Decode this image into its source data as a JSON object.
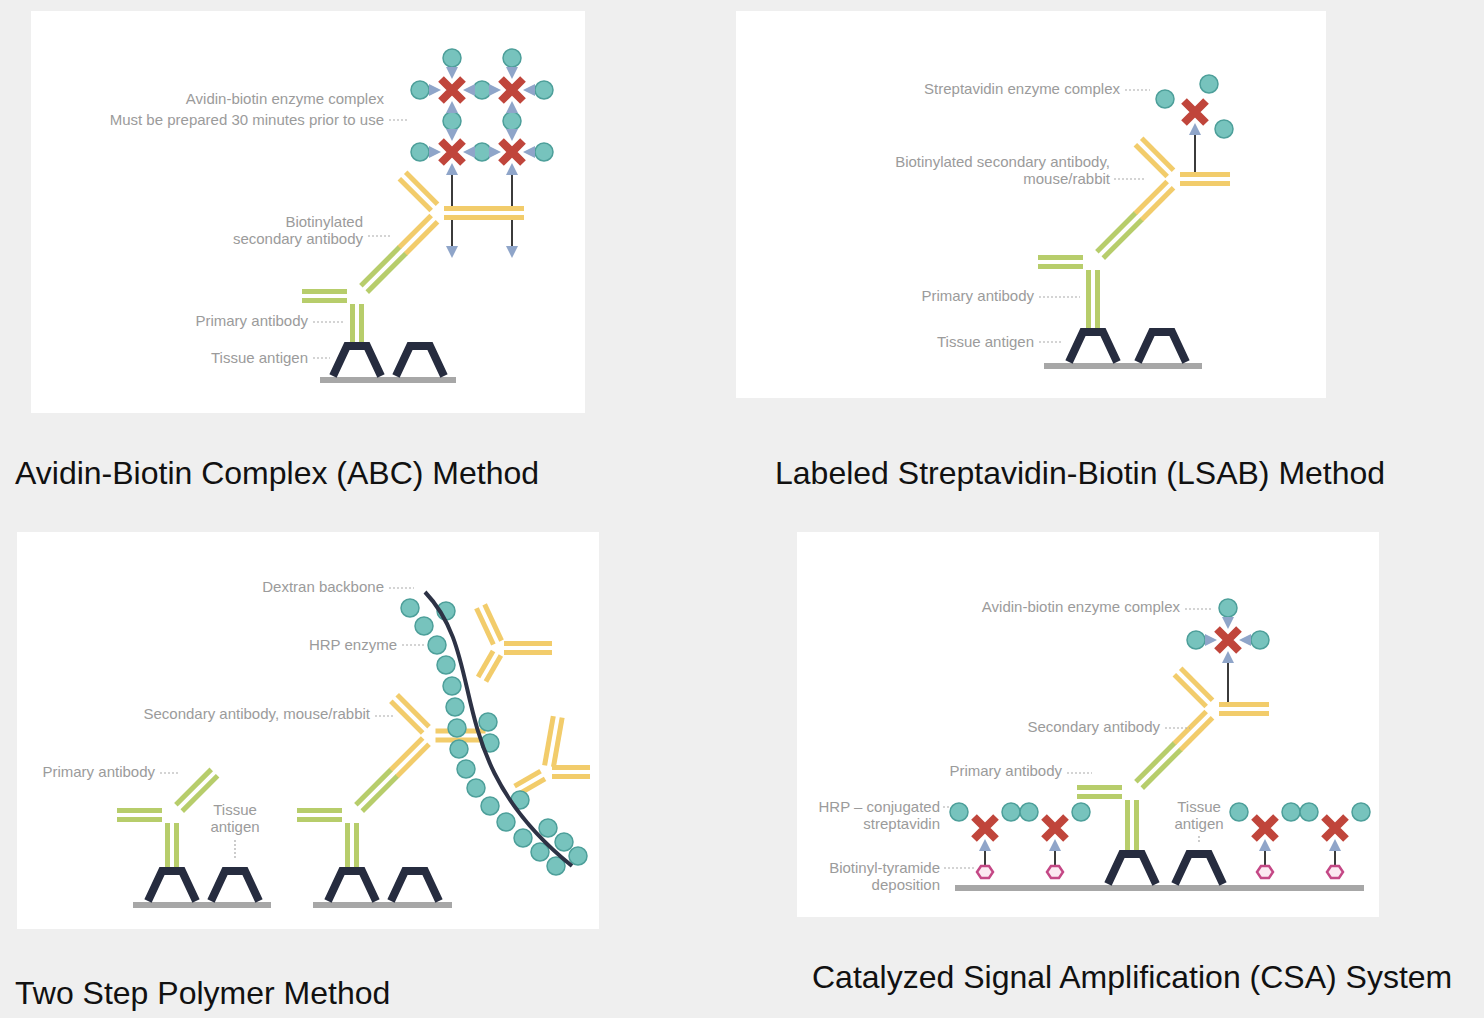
{
  "diagram": {
    "nodes": [
      {
        "text": [
          "Avidin-Biotin Complex (ABC) Method"
        ]
      },
      {
        "text": [
          "Labeled Streptavidin-Biotin (LSAB) Method"
        ]
      },
      {
        "text": [
          "Two Step Polymer Method"
        ]
      },
      {
        "text": [
          "Catalyzed Signal Amplification (CSA) System"
        ]
      }
    ],
    "labels": [
      "Avidin-biotin enzyme complex",
      "Must be prepared 30 minutes prior to use",
      "Biotinylated secondary antibody",
      "Primary antibody",
      "Tissue antigen",
      "Streptavidin enzyme complex",
      "Biotinylated secondary antibody, mouse/rabbit",
      "Primary antibody",
      "Tissue antigen",
      "Dextran backbone",
      "HRP enzyme",
      "Secondary antibody, mouse/rabbit",
      "Primary antibody",
      "Tissue antigen",
      "Avidin-biotin enzyme complex",
      "Secondary antibody",
      "Primary antibody",
      "HRP – conjugated streptavidin",
      "Tissue antigen",
      "Biotinyl-tyramide deposition"
    ]
  }
}
